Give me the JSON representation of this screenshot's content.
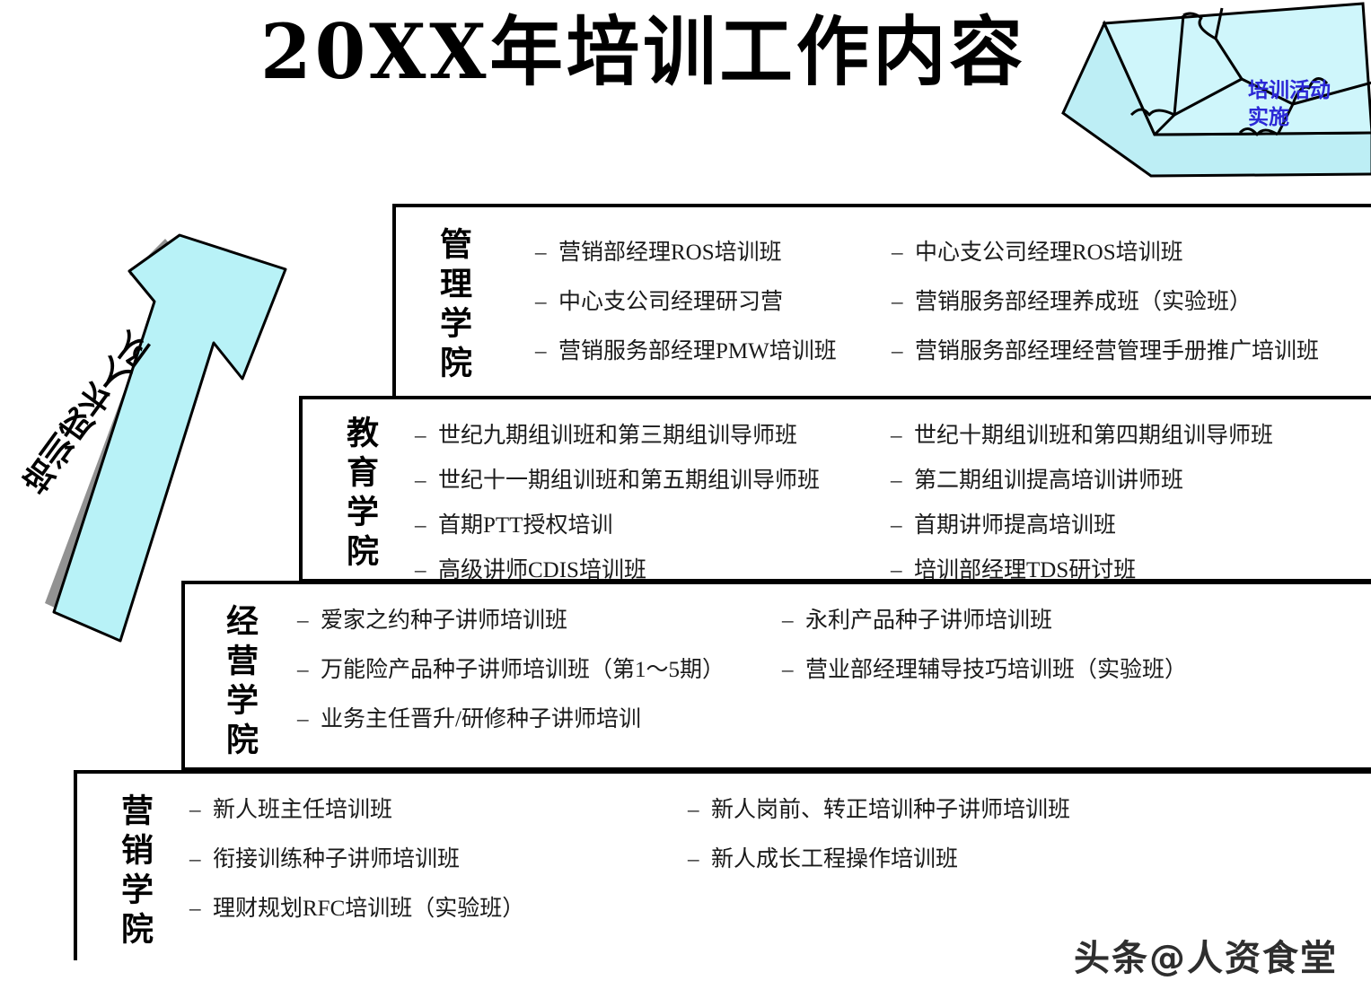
{
  "title": "20XX年培训工作内容",
  "slab": {
    "label": "培训活动实施",
    "fill_color": "#ccf5fa",
    "text_color": "#2b28d6"
  },
  "arrow": {
    "label": "培训成长人队",
    "fill_color": "#b8f2f7",
    "shadow_color": "#8c8c8c"
  },
  "watermark": "头条@人资食堂",
  "academies": [
    {
      "name": "管理学院",
      "left_items": [
        "营销部经理ROS培训班",
        "中心支公司经理研习营",
        "营销服务部经理PMW培训班"
      ],
      "right_items": [
        "中心支公司经理ROS培训班",
        "营销服务部经理养成班（实验班）",
        "营销服务部经理经营管理手册推广培训班"
      ]
    },
    {
      "name": "教育学院",
      "left_items": [
        "世纪九期组训班和第三期组训导师班",
        "世纪十一期组训班和第五期组训导师班",
        "首期PTT授权培训",
        "高级讲师CDIS培训班"
      ],
      "right_items": [
        "世纪十期组训班和第四期组训导师班",
        "第二期组训提高培训讲师班",
        "首期讲师提高培训班",
        "培训部经理TDS研讨班"
      ]
    },
    {
      "name": "经营学院",
      "left_items": [
        "爱家之约种子讲师培训班",
        "万能险产品种子讲师培训班（第1～5期）",
        "业务主任晋升/研修种子讲师培训"
      ],
      "right_items": [
        "永利产品种子讲师培训班",
        "营业部经理辅导技巧培训班（实验班）"
      ]
    },
    {
      "name": "营销学院",
      "left_items": [
        "新人班主任培训班",
        "衔接训练种子讲师培训班",
        "理财规划RFC培训班（实验班）"
      ],
      "right_items": [
        "新人岗前、转正培训种子讲师培训班",
        "新人成长工程操作培训班"
      ]
    }
  ],
  "bullet_dash": "–"
}
